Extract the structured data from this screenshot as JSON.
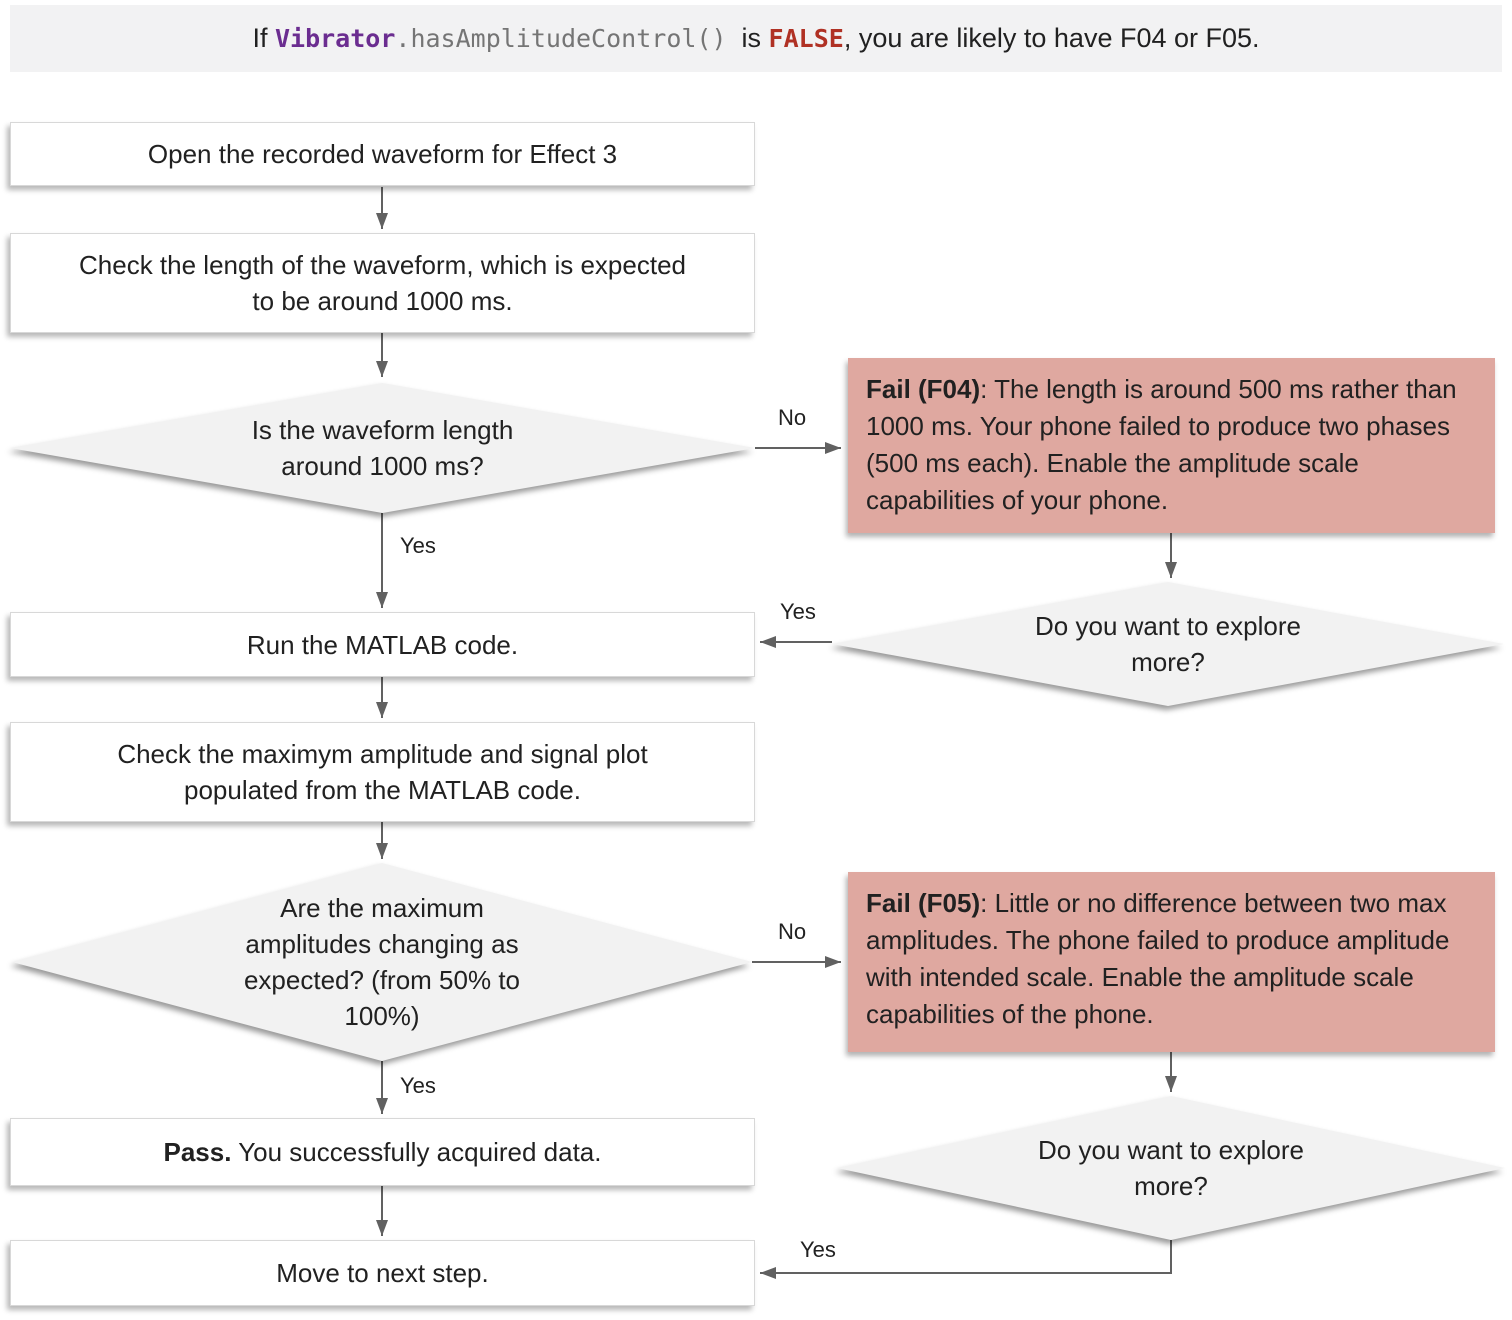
{
  "banner": {
    "prefix": "If ",
    "code_class": "Vibrator",
    "code_method": ".hasAmplitudeControl()",
    "middle": "  is ",
    "code_value": "FALSE",
    "suffix": ", you are likely to have F04 or F05."
  },
  "nodes": {
    "open_waveform": {
      "lines": [
        "Open the recorded waveform for Effect 3"
      ]
    },
    "check_length": {
      "lines": [
        "Check the length of the waveform, which is expected",
        "to be around 1000 ms."
      ]
    },
    "is_length_1000": {
      "lines": [
        "Is the waveform length",
        "around 1000 ms?"
      ]
    },
    "fail_f04": {
      "title": "Fail (F04)",
      "body": ": The length is around 500 ms rather than 1000 ms. Your phone failed to produce two phases (500 ms each). Enable the amplitude scale capabilities of your phone."
    },
    "explore_more_1": {
      "lines": [
        "Do you want to explore",
        "more?"
      ]
    },
    "run_matlab": {
      "lines": [
        "Run the MATLAB code."
      ]
    },
    "check_amplitude": {
      "lines": [
        "Check the maximym amplitude and signal plot",
        "populated from the MATLAB code."
      ]
    },
    "amplitudes_changing": {
      "lines": [
        "Are the maximum",
        "amplitudes changing as",
        "expected? (from 50% to",
        "100%)"
      ]
    },
    "fail_f05": {
      "title": "Fail (F05)",
      "body": ": Little or no difference between two max amplitudes. The phone failed to produce amplitude with intended scale. Enable the amplitude scale capabilities of the phone."
    },
    "explore_more_2": {
      "lines": [
        "Do you want to explore",
        "more?"
      ]
    },
    "pass": {
      "title": "Pass.",
      "body": " You successfully acquired data."
    },
    "next_step": {
      "lines": [
        "Move to next step."
      ]
    }
  },
  "edges": {
    "no_length": "No",
    "yes_length": "Yes",
    "yes_explore1": "Yes",
    "no_amplitude": "No",
    "yes_amplitude": "Yes",
    "yes_explore2": "Yes"
  },
  "colors": {
    "banner_bg": "#f2f2f3",
    "code_class": "#6b2d90",
    "code_method": "#757575",
    "code_value": "#b03124",
    "fail_bg": "#dfa8a0",
    "diamond_bg": "#f2f2f2",
    "box_bg": "#ffffff",
    "box_border": "#d8d8d8",
    "arrow": "#616161",
    "text": "#212121"
  }
}
